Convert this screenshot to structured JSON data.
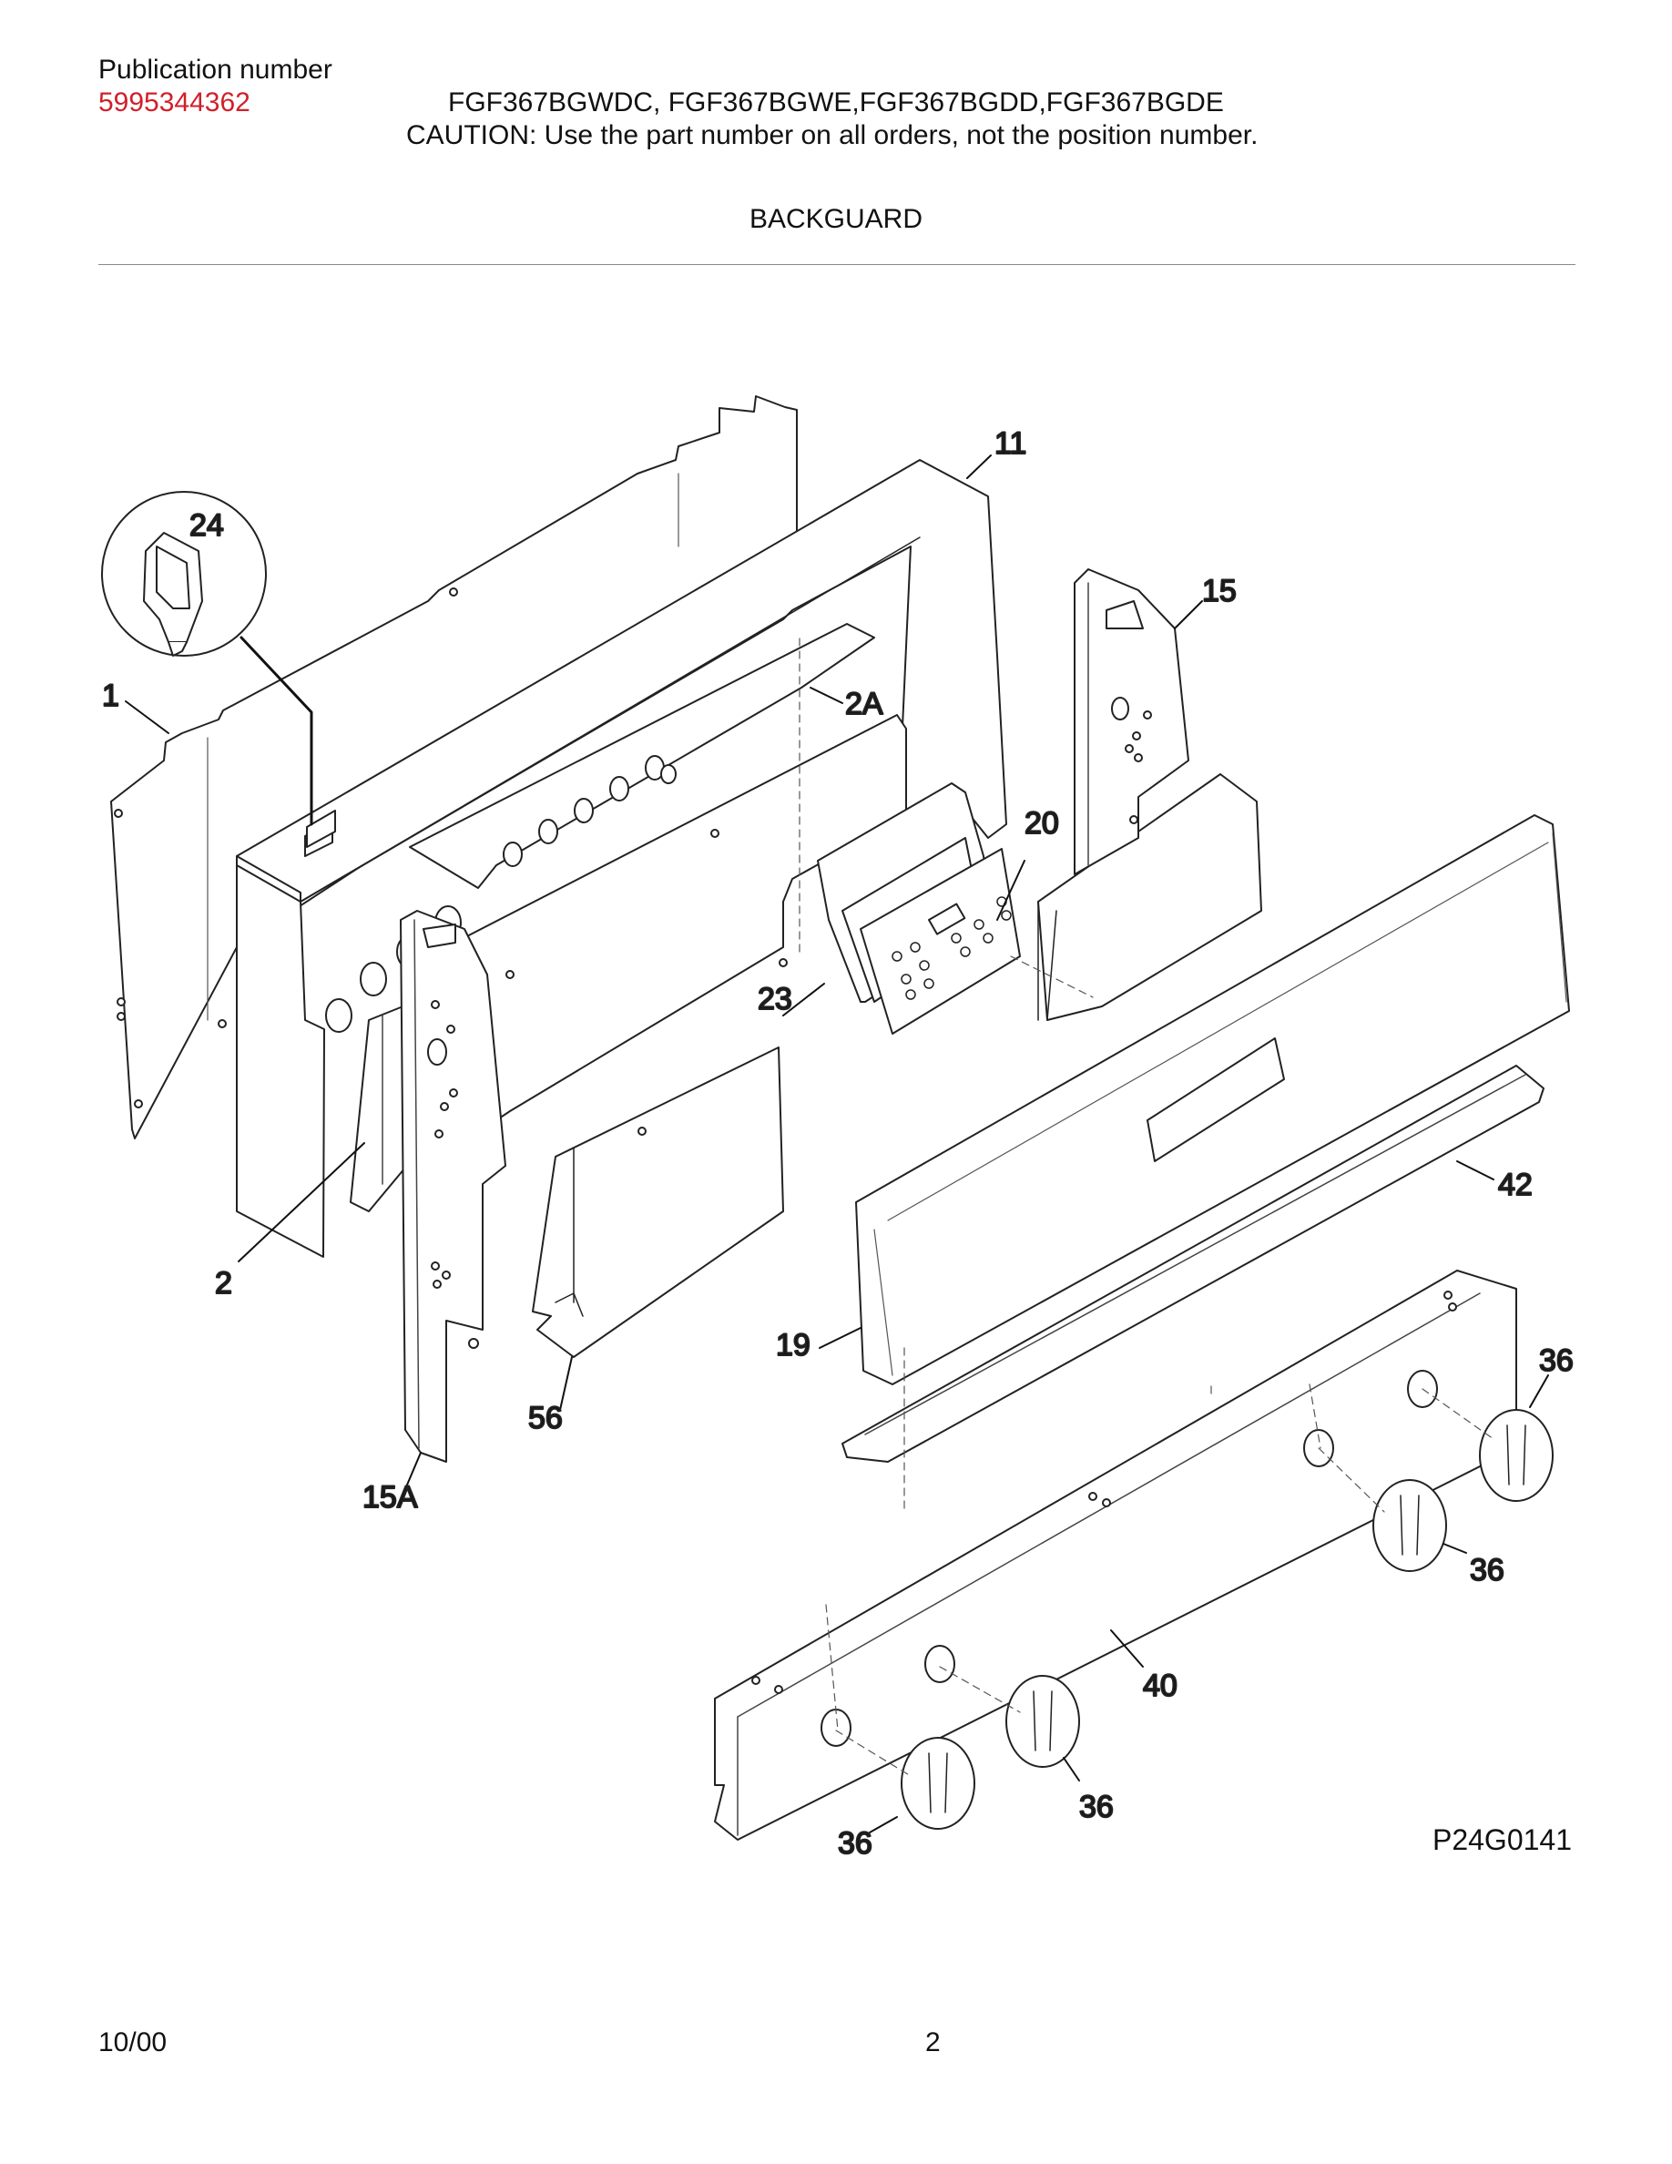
{
  "header": {
    "publication_label": "Publication number",
    "publication_number": "5995344362",
    "publication_number_color": "#d0202a",
    "models": "FGF367BGWDC, FGF367BGWE,FGF367BGDD,FGF367BGDE",
    "caution": "CAUTION:  Use the part number on all orders, not the position number.",
    "section_title": "BACKGUARD"
  },
  "diagram": {
    "callouts": {
      "c24": "24",
      "c11": "11",
      "c15": "15",
      "c1": "1",
      "c2a": "2A",
      "c20": "20",
      "c23": "23",
      "c42": "42",
      "c2": "2",
      "c19": "19",
      "c36a": "36",
      "c56": "56",
      "c15a": "15A",
      "c36b": "36",
      "c40": "40",
      "c36c": "36",
      "c36d": "36"
    },
    "code": "P24G0141"
  },
  "footer": {
    "date": "10/00",
    "page": "2"
  }
}
